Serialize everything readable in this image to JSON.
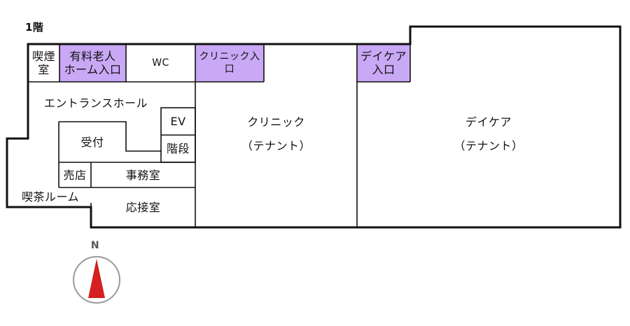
{
  "floor_label": "1階",
  "colors": {
    "highlight": "#c9a8f5",
    "wall": "#111111",
    "compass_needle": "#d42020",
    "compass_ring": "#9a9a9a"
  },
  "rooms": {
    "smoking": "喫煙\n室",
    "nursing_home_entrance": "有料老人\nホーム入口",
    "wc": "WC",
    "clinic_entrance": "クリニック入\n口",
    "daycare_entrance": "デイケア\n入口",
    "entrance_hall": "エントランスホール",
    "ev": "EV",
    "stairs": "階段",
    "reception": "受付",
    "shop": "売店",
    "office": "事務室",
    "tea_room": "喫茶ルーム",
    "reception_room": "応接室",
    "clinic": "クリニック",
    "clinic_tenant": "（テナント）",
    "daycare": "デイケア",
    "daycare_tenant": "（テナント）"
  },
  "compass": {
    "label": "N",
    "icon": "north-arrow-icon"
  }
}
